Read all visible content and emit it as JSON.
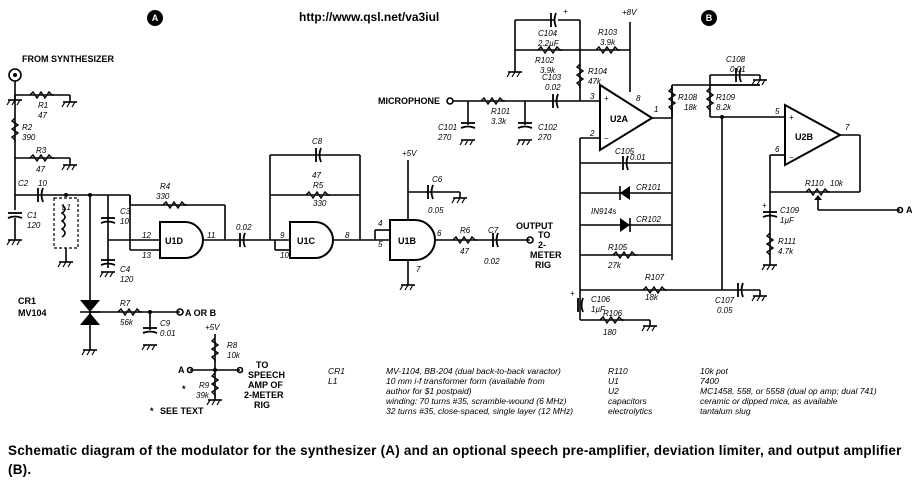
{
  "header": {
    "url": "http://www.qsl.net/va3iul",
    "section_a": "A",
    "section_b": "B"
  },
  "labels": {
    "from_synth": "FROM SYNTHESIZER",
    "microphone": "MICROPHONE",
    "output": "OUTPUT",
    "output_to": "TO",
    "output_2m": "2-",
    "output_meter": "METER",
    "output_rig": "RIG",
    "aorb": "A OR B",
    "plus5v_a": "+5V",
    "plus5v_b": "+5V",
    "plus8v": "+8V",
    "a_in": "A",
    "a_out": "A",
    "to_speech_1": "TO",
    "to_speech_2": "SPEECH",
    "to_speech_3": "AMP OF",
    "to_speech_4": "2-METER",
    "to_speech_5": "RIG",
    "see_text": "SEE TEXT",
    "star": "*"
  },
  "components": {
    "R1": [
      "R1",
      "47"
    ],
    "R2": [
      "R2",
      "390"
    ],
    "R3": [
      "R3",
      "47"
    ],
    "C2": [
      "C2",
      "10"
    ],
    "C1": [
      "C1",
      "120"
    ],
    "L1": [
      "L1"
    ],
    "C3": [
      "C3",
      "10"
    ],
    "C4": [
      "C4",
      "120"
    ],
    "CR1": [
      "CR1",
      "MV104"
    ],
    "R7": [
      "R7",
      "56k"
    ],
    "C9": [
      "C9",
      "0.01"
    ],
    "R4": [
      "R4",
      "330"
    ],
    "U1D": [
      "U1D"
    ],
    "C_002": [
      "0.02"
    ],
    "C8": [
      "C8",
      "47"
    ],
    "R5": [
      "R5",
      "330"
    ],
    "U1C": [
      "U1C"
    ],
    "U1B": [
      "U1B"
    ],
    "C6": [
      "C6",
      "0.05"
    ],
    "R6": [
      "R6",
      "47"
    ],
    "C7": [
      "C7",
      "0.02"
    ],
    "R8": [
      "R8",
      "10k"
    ],
    "R9": [
      "R9",
      "39k"
    ],
    "C104": [
      "C104",
      "2.2µF"
    ],
    "R103": [
      "R103",
      "3.9k"
    ],
    "R102": [
      "R102",
      "3.9k"
    ],
    "R104": [
      "R104",
      "47k"
    ],
    "C103": [
      "C103",
      "0.02"
    ],
    "R101": [
      "R101",
      "3.3k"
    ],
    "C101": [
      "C101",
      "270"
    ],
    "C102": [
      "C102",
      "270"
    ],
    "U2A": [
      "U2A"
    ],
    "C105": [
      "C105",
      "0.01"
    ],
    "CR101": [
      "CR101"
    ],
    "CR102": [
      "CR102"
    ],
    "IN914s": [
      "IN914s"
    ],
    "R105": [
      "R105",
      "27k"
    ],
    "R107": [
      "R107",
      "18k"
    ],
    "C106": [
      "C106",
      "1µF"
    ],
    "R106": [
      "R106",
      "180"
    ],
    "R108": [
      "R108",
      "18k"
    ],
    "R109": [
      "R109",
      "8.2k"
    ],
    "C108": [
      "C108",
      "0.01"
    ],
    "U2B": [
      "U2B"
    ],
    "R110": [
      "R110",
      "10k"
    ],
    "C109": [
      "C109",
      "1µF"
    ],
    "R111": [
      "R111",
      "4.7k"
    ],
    "C107": [
      "C107",
      "0.05"
    ]
  },
  "pins": {
    "u1d_12": "12",
    "u1d_13": "13",
    "u1d_11": "11",
    "u1c_9": "9",
    "u1c_10": "10",
    "u1c_8": "8",
    "u1b_4": "4",
    "u1b_5": "5",
    "u1b_6": "6",
    "u1b_7": "7",
    "u2a_3": "3",
    "u2a_2": "2",
    "u2a_8": "8",
    "u2a_1": "1",
    "u2b_5": "5",
    "u2b_6": "6",
    "u2b_7": "7",
    "plus": "+",
    "minus": "−"
  },
  "parts_list_left": [
    {
      "ref": "CR1",
      "desc": "MV-1104, BB-204 (dual back-to-back varactor)"
    },
    {
      "ref": "L1",
      "desc": "10 mm i-f transformer form (available from"
    },
    {
      "ref": "",
      "desc": "author for $1 postpaid)"
    },
    {
      "ref": "",
      "desc": "winding: 70 turns #35, scramble-wound (6 MHz)"
    },
    {
      "ref": "",
      "desc": "32 turns #35, close-spaced, single layer (12 MHz)"
    }
  ],
  "parts_list_right": [
    {
      "ref": "R110",
      "desc": "10k pot"
    },
    {
      "ref": "U1",
      "desc": "7400"
    },
    {
      "ref": "U2",
      "desc": "MC1458, 558, or 5558 (dual op amp; dual 741)"
    },
    {
      "ref": "capacitors",
      "desc": "ceramic or dipped mica, as available"
    },
    {
      "ref": "electrolytics",
      "desc": "tantalum slug"
    }
  ],
  "caption": "Schematic diagram of the modulator for the synthesizer (A) and an optional speech pre-amplifier, deviation limiter, and output amplifier (B)."
}
